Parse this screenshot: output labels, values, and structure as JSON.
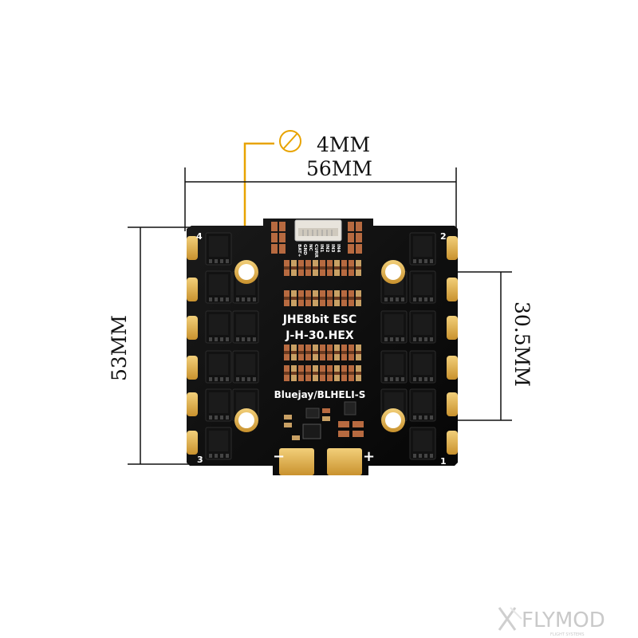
{
  "dimensions": {
    "hole_diameter": "4MM",
    "board_width": "56MM",
    "board_height": "53MM",
    "mount_spacing": "30.5MM"
  },
  "board": {
    "line1": "JHE8bit ESC",
    "line2": "J-H-30.HEX",
    "firmware": "Bluejay/BLHELI-S",
    "motor_pads": [
      "1",
      "2",
      "3",
      "4"
    ],
    "connector_pins": [
      "BAT+",
      "GND",
      "NC",
      "CURR",
      "IN1",
      "IN2",
      "IN3",
      "IN4"
    ],
    "power_minus": "−",
    "power_plus": "+",
    "diameter_symbol": "⌀"
  },
  "watermark": {
    "brand": "FLYMOD",
    "tagline": "FLIGHT SYSTEMS"
  },
  "colors": {
    "pcb": "#0d0d0d",
    "gold": "#d4a640",
    "copper": "#b76a40",
    "dimension_accent": "#e8a300"
  }
}
